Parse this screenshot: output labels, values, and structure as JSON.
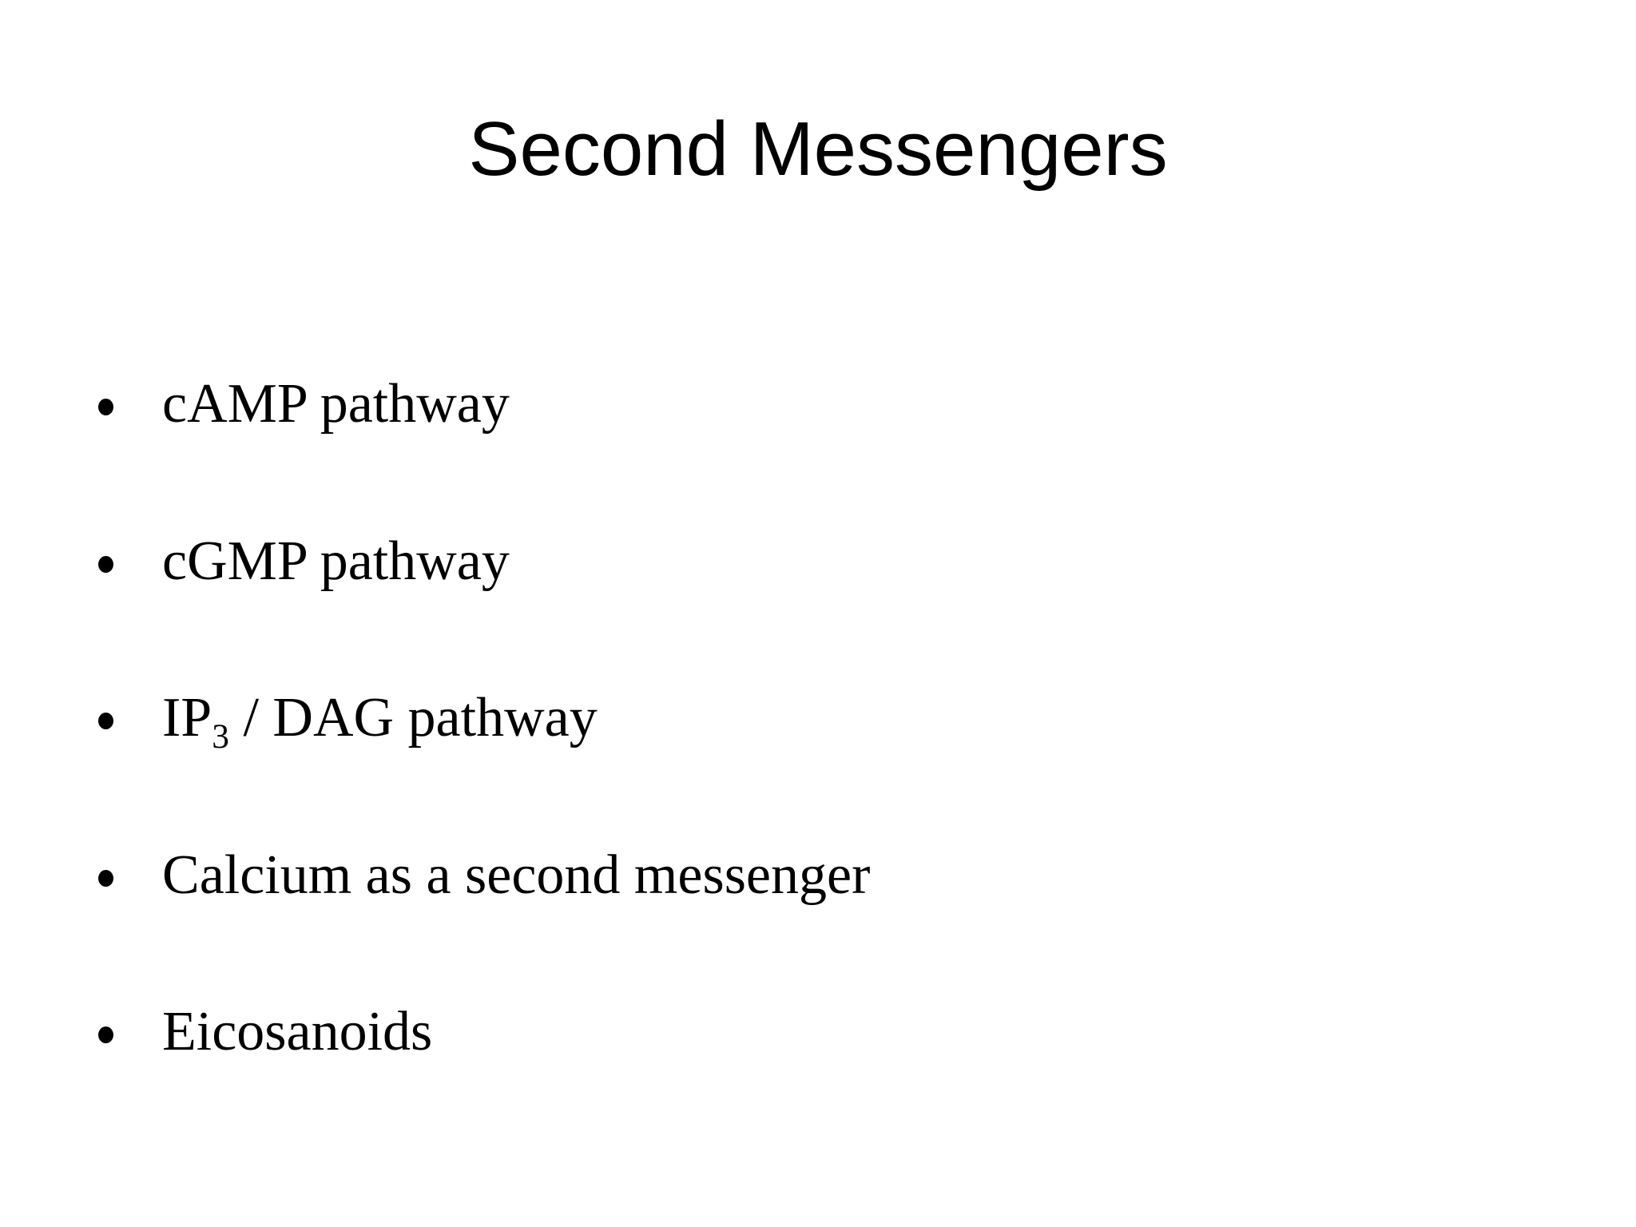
{
  "slide": {
    "title": "Second Messengers",
    "bullets": [
      {
        "text": "cAMP pathway"
      },
      {
        "text": "cGMP pathway"
      },
      {
        "pre": "IP",
        "sub": "3",
        "post": " / DAG pathway"
      },
      {
        "text": "Calcium as a second messenger"
      },
      {
        "text": "Eicosanoids"
      }
    ]
  }
}
